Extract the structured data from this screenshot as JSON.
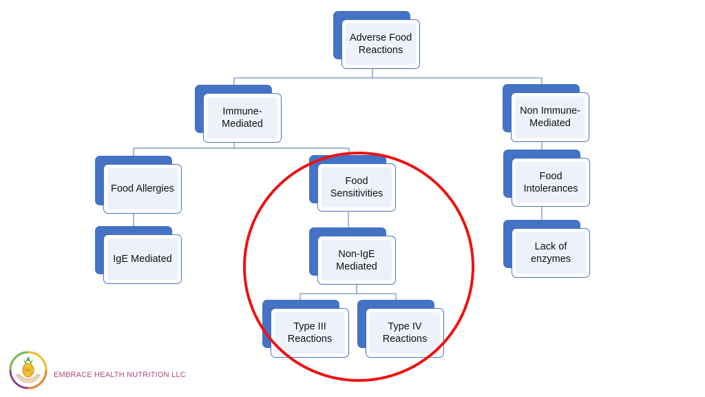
{
  "colors": {
    "accent": "#4472c4",
    "card_fill": "#eef1fa",
    "connector": "#4f6fa8",
    "highlight": "#ee1111",
    "company_text": "#b0457a"
  },
  "nodes": {
    "adverse": "Adverse Food\nReactions",
    "immune": "Immune-\nMediated",
    "non_immune": "Non Immune-\nMediated",
    "food_allergies": "Food Allergies",
    "food_sensitivities": "Food\nSensitivities",
    "food_intolerances": "Food\nIntolerances",
    "ige": "IgE Mediated",
    "non_ige": "Non-IgE\nMediated",
    "lack_enzymes": "Lack of\nenzymes",
    "type3": "Type III\nReactions",
    "type4": "Type IV\nReactions"
  },
  "footer": {
    "company": "EMBRACE HEALTH NUTRITION LLC",
    "logo_icon": "pineapple-in-hands-icon"
  }
}
